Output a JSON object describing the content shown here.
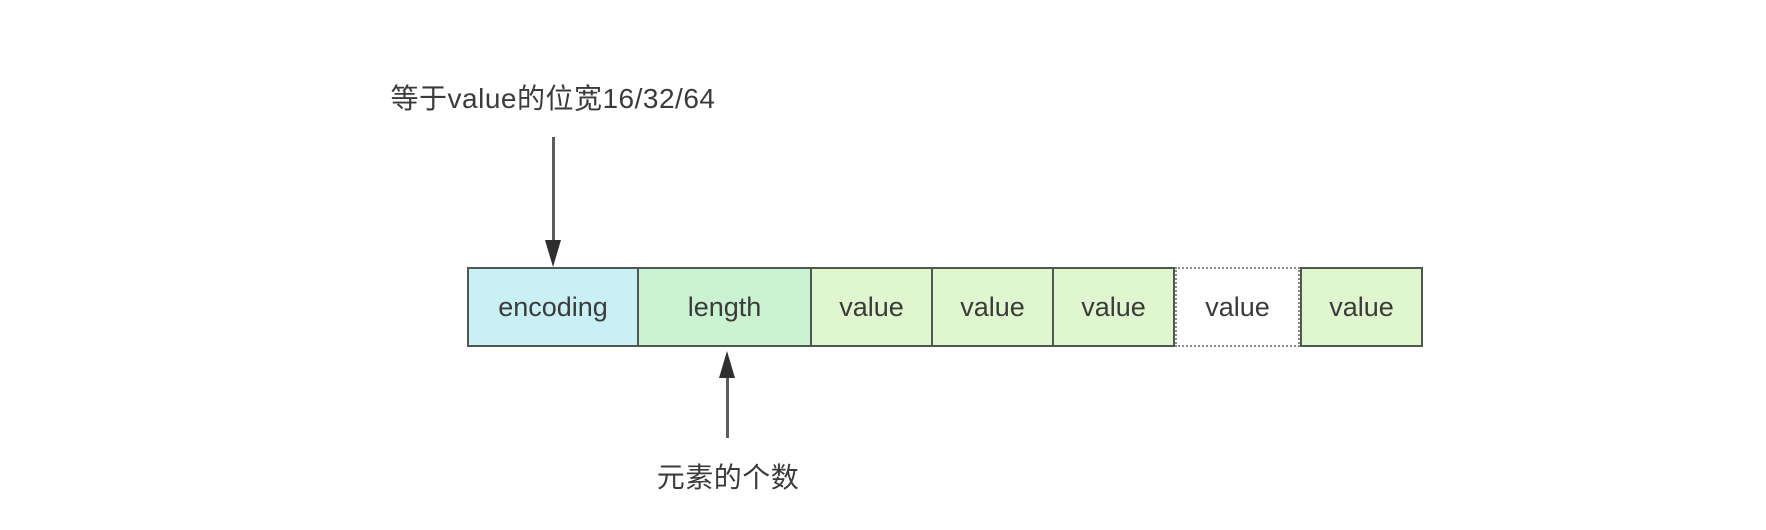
{
  "diagram": {
    "annotations": {
      "top": {
        "text": "等于value的位宽16/32/64",
        "points_to": "encoding"
      },
      "bottom": {
        "text": "元素的个数",
        "points_to": "length"
      }
    },
    "cells": [
      {
        "label": "encoding",
        "style": "encoding"
      },
      {
        "label": "length",
        "style": "length"
      },
      {
        "label": "value",
        "style": "value"
      },
      {
        "label": "value",
        "style": "value"
      },
      {
        "label": "value",
        "style": "value"
      },
      {
        "label": "value",
        "style": "value-ellipsis"
      },
      {
        "label": "value",
        "style": "value"
      }
    ],
    "colors": {
      "background": "#ffffff",
      "encoding_fill": "#c9f0f5",
      "length_fill": "#cbf3d1",
      "value_fill": "#e0f6ce",
      "ellipsis_fill": "#ffffff",
      "cell_border": "#4f5751",
      "dotted_border": "#8a8a8a",
      "text": "#3b3b3b",
      "arrow_line": "#5c5c5c",
      "arrow_head": "#2f2f2f"
    }
  }
}
